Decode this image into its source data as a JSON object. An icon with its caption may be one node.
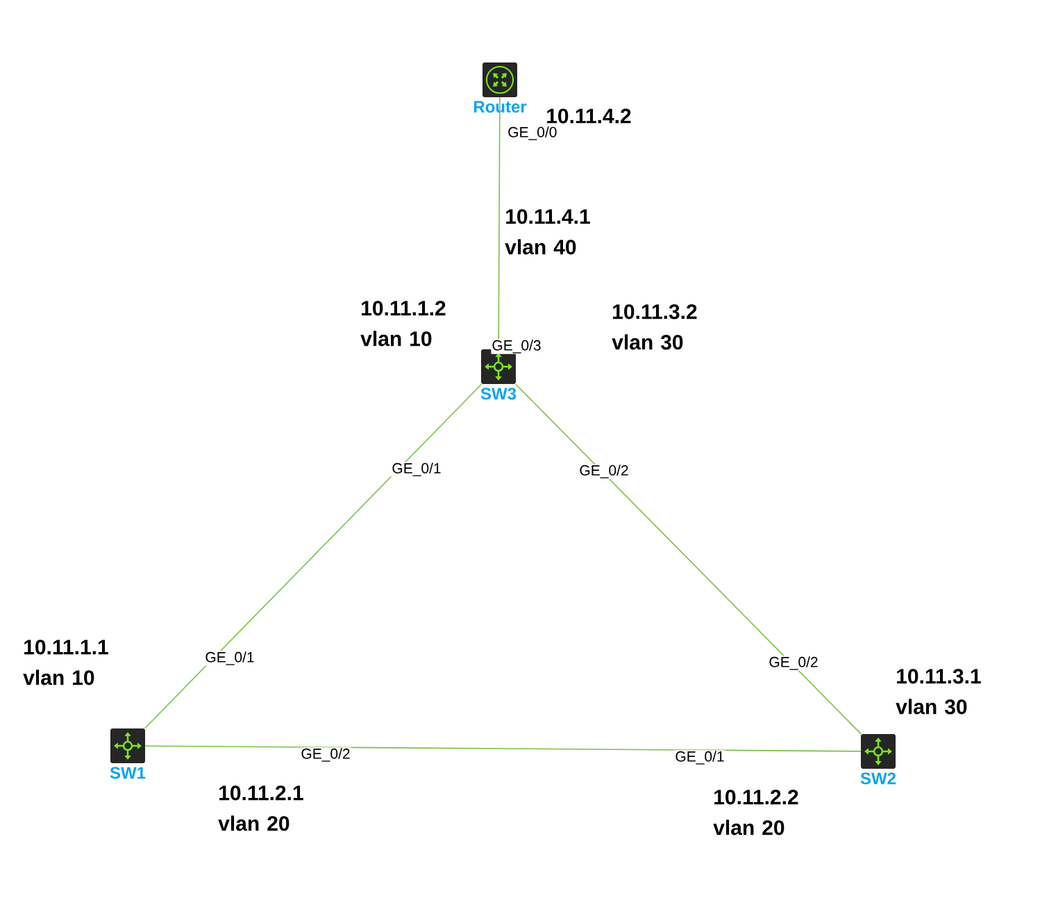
{
  "diagram": {
    "nodes": [
      {
        "text": [
          "Router"
        ]
      },
      {
        "text": [
          "SW3"
        ]
      },
      {
        "text": [
          "SW1"
        ]
      },
      {
        "text": [
          "SW2"
        ]
      }
    ],
    "edges": [
      {
        "from": 0,
        "to": 1,
        "arrow": "none"
      },
      {
        "from": 1,
        "to": 2,
        "arrow": "none"
      },
      {
        "from": 1,
        "to": 3,
        "arrow": "none"
      },
      {
        "from": 2,
        "to": 3,
        "arrow": "none"
      }
    ],
    "labels": [
      "GE_0/0",
      "10.11.4.2",
      "10.11.4.1 vlan 40",
      "10.11.1.2 vlan 10",
      "GE_0/3",
      "10.11.3.2 vlan 30",
      "GE_0/1",
      "GE_0/2",
      "10.11.1.1 vlan 10",
      "GE_0/1",
      "GE_0/2",
      "10.11.3.1 vlan 30",
      "GE_0/2",
      "GE_0/1",
      "10.11.2.1 vlan 20",
      "10.11.2.2 vlan 20"
    ]
  }
}
